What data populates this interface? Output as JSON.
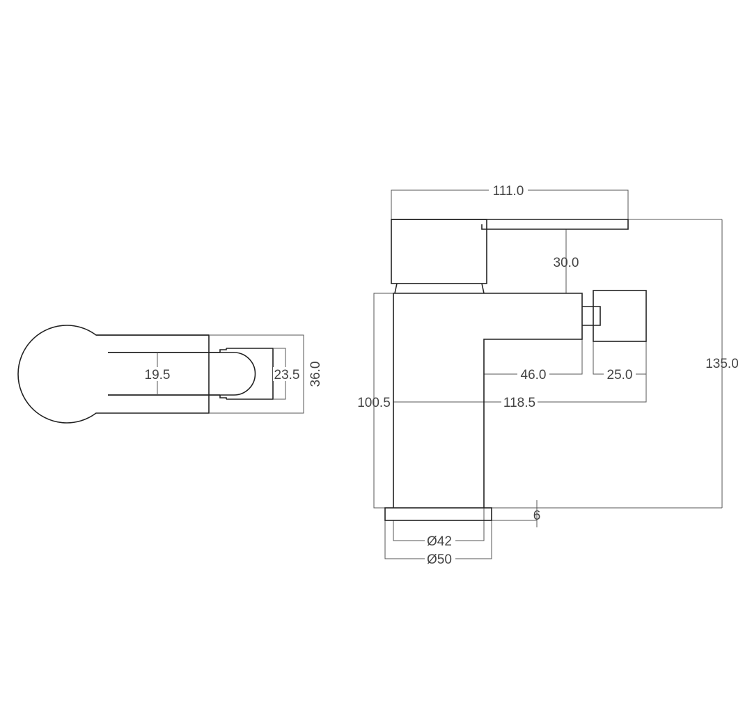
{
  "top_view": {
    "dimensions": {
      "inner_width": "19.5",
      "cap_width": "23.5",
      "overall_width": "36.0"
    }
  },
  "side_view": {
    "dimensions": {
      "overall_length": "111.0",
      "handle_clearance": "30.0",
      "total_height": "135.0",
      "body_height": "100.5",
      "spout_reach": "46.0",
      "nozzle_width": "25.0",
      "spout_projection": "118.5",
      "base_thickness": "6",
      "body_diameter": "Ø42",
      "base_diameter": "Ø50"
    }
  }
}
